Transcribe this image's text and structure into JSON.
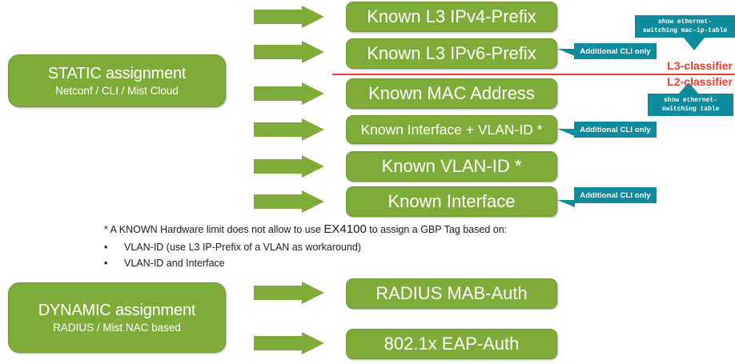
{
  "palette": {
    "green": "#7FAC38",
    "green_border": "#6D9630",
    "teal": "#0E8C9E",
    "red": "#E8412B",
    "white": "#FFFFFF",
    "text": "#1A1A1A"
  },
  "categories": [
    {
      "id": "static",
      "title": "STATIC assignment",
      "subtitle": "Netconf / CLI / Mist Cloud"
    },
    {
      "id": "dynamic",
      "title": "DYNAMIC assignment",
      "subtitle": "RADIUS / Mist NAC based"
    }
  ],
  "static_rows": [
    {
      "label": "Known L3 IPv4-Prefix"
    },
    {
      "label": "Known L3 IPv6-Prefix"
    },
    {
      "label": "Known MAC Address"
    },
    {
      "label": "Known Interface + VLAN-ID *"
    },
    {
      "label": "Known VLAN-ID *"
    },
    {
      "label": "Known Interface"
    }
  ],
  "dynamic_rows": [
    {
      "label": "RADIUS MAB-Auth"
    },
    {
      "label": "802.1x EAP-Auth"
    }
  ],
  "callouts": {
    "cli_only": "Additional CLI only",
    "cmd_mac_ip_table_line1": "show ethernet-",
    "cmd_mac_ip_table_line2": "switching mac-ip-table",
    "cmd_switching_table_line1": "show ethernet-",
    "cmd_switching_table_line2": "switching table"
  },
  "classifiers": {
    "l3": "L3-classifier",
    "l2": "L2-classifier"
  },
  "footnote": {
    "lead_before": "* A KNOWN Hardware limit does not allow to use ",
    "lead_emph": "EX4100",
    "lead_after": " to assign a GBP Tag based on:",
    "bullet_marker": "•",
    "bullets": [
      "VLAN-ID (use L3 IP-Prefix of a VLAN as workaround)",
      "VLAN-ID and Interface"
    ]
  }
}
